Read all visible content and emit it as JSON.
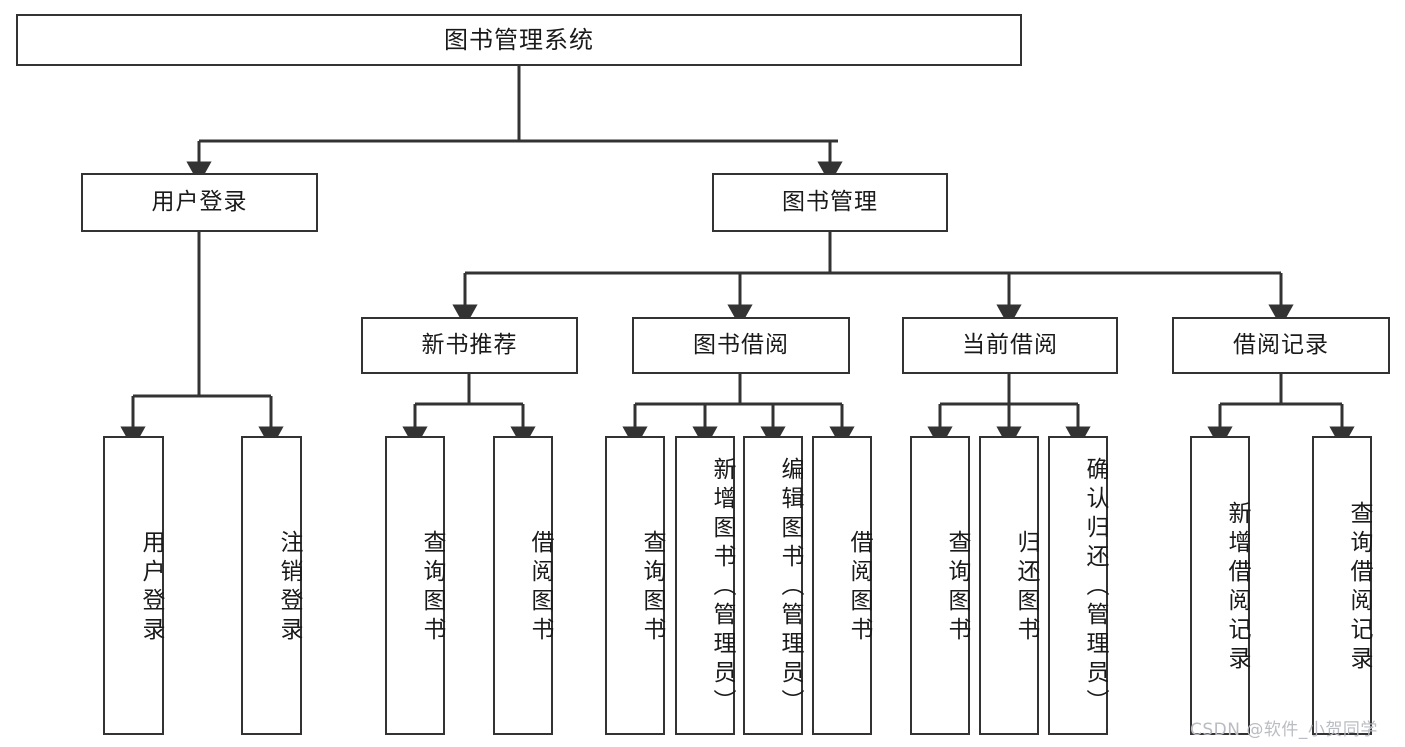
{
  "diagram": {
    "type": "tree-hierarchy",
    "title": "图书管理系统",
    "root": {
      "id": "root",
      "label": "图书管理系统"
    },
    "level1": [
      {
        "id": "user-login",
        "label": "用户登录"
      },
      {
        "id": "book-manage",
        "label": "图书管理"
      }
    ],
    "level2": [
      {
        "id": "new-book-recommend",
        "label": "新书推荐",
        "parent": "book-manage"
      },
      {
        "id": "book-borrow",
        "label": "图书借阅",
        "parent": "book-manage"
      },
      {
        "id": "current-borrow",
        "label": "当前借阅",
        "parent": "book-manage"
      },
      {
        "id": "borrow-record",
        "label": "借阅记录",
        "parent": "book-manage"
      }
    ],
    "leaves": [
      {
        "id": "leaf-user-login",
        "label": "用户登录",
        "parent": "user-login"
      },
      {
        "id": "leaf-user-logout",
        "label": "注销登录",
        "parent": "user-login"
      },
      {
        "id": "leaf-query-book-1",
        "label": "查询图书",
        "parent": "new-book-recommend"
      },
      {
        "id": "leaf-borrow-book-1",
        "label": "借阅图书",
        "parent": "new-book-recommend"
      },
      {
        "id": "leaf-query-book-2",
        "label": "查询图书",
        "parent": "book-borrow"
      },
      {
        "id": "leaf-add-book",
        "label": "新增图书（管理员）",
        "parent": "book-borrow"
      },
      {
        "id": "leaf-edit-book",
        "label": "编辑图书（管理员）",
        "parent": "book-borrow"
      },
      {
        "id": "leaf-borrow-book-2",
        "label": "借阅图书",
        "parent": "book-borrow"
      },
      {
        "id": "leaf-query-book-3",
        "label": "查询图书",
        "parent": "current-borrow"
      },
      {
        "id": "leaf-return-book",
        "label": "归还图书",
        "parent": "current-borrow"
      },
      {
        "id": "leaf-confirm-return",
        "label": "确认归还（管理员）",
        "parent": "current-borrow"
      },
      {
        "id": "leaf-add-record",
        "label": "新增借阅记录",
        "parent": "borrow-record"
      },
      {
        "id": "leaf-query-record",
        "label": "查询借阅记录",
        "parent": "borrow-record"
      }
    ],
    "colors": {
      "stroke": "#333333",
      "fill": "#ffffff",
      "text": "#1a1a1a",
      "watermark": "#b9bcc2"
    }
  },
  "watermark": {
    "text": "CSDN @软件_小贺同学"
  }
}
